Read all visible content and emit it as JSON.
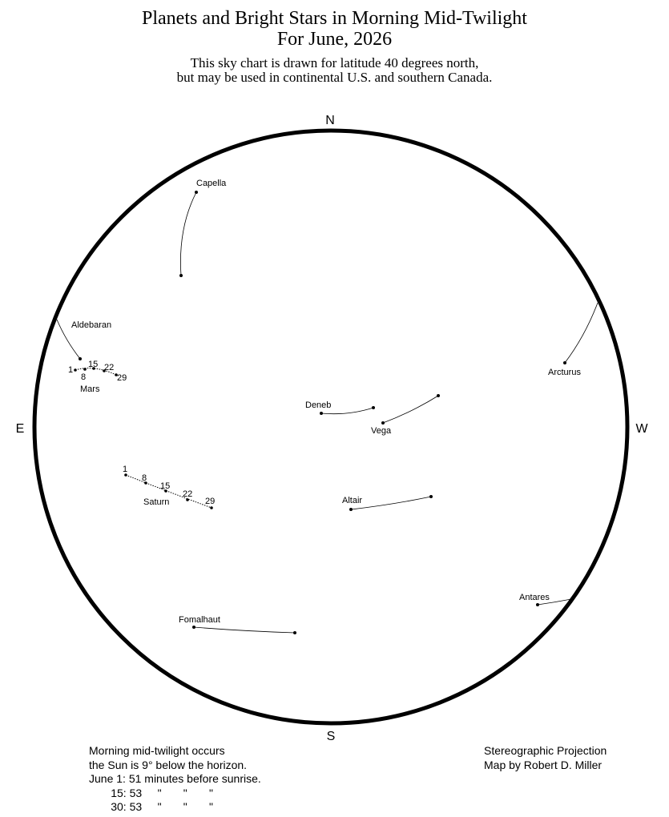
{
  "title_line1": "Planets and Bright Stars in Morning Mid-Twilight",
  "title_line2": "For June, 2026",
  "subtitle_line1": "This sky chart is drawn for latitude 40 degrees north,",
  "subtitle_line2": "but may be used in continental U.S. and southern Canada.",
  "directions": {
    "north": "N",
    "south": "S",
    "east": "E",
    "west": "W"
  },
  "stars": [
    {
      "name": "Capella"
    },
    {
      "name": "Aldebaran"
    },
    {
      "name": "Arcturus"
    },
    {
      "name": "Deneb"
    },
    {
      "name": "Vega"
    },
    {
      "name": "Altair"
    },
    {
      "name": "Antares"
    },
    {
      "name": "Fomalhaut"
    }
  ],
  "planets": [
    {
      "name": "Mars",
      "dates": [
        "1",
        "8",
        "15",
        "22",
        "29"
      ]
    },
    {
      "name": "Saturn",
      "dates": [
        "1",
        "8",
        "15",
        "22",
        "29"
      ]
    }
  ],
  "notes_left": [
    "Morning mid-twilight occurs",
    "the Sun is 9° below the horizon.",
    "June 1: 51 minutes before sunrise.",
    "       15: 53     \"       \"       \"",
    "       30: 53     \"       \"       \""
  ],
  "notes_right": [
    "Stereographic Projection",
    "Map by Robert D. Miller"
  ]
}
